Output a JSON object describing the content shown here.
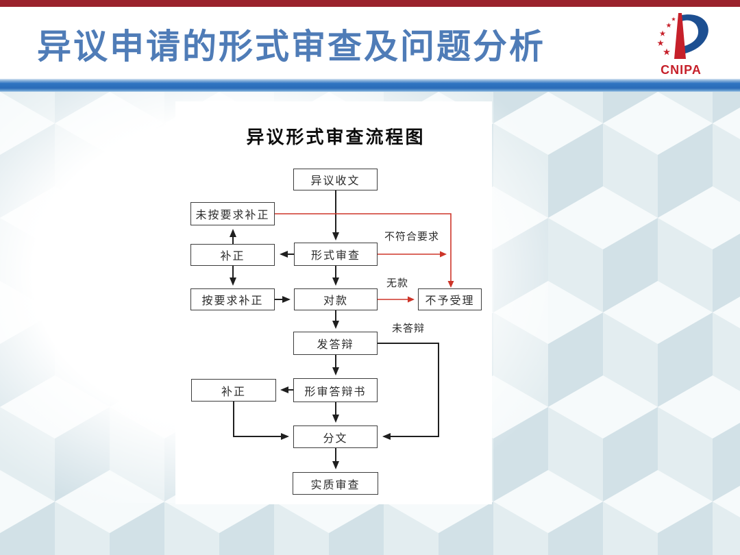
{
  "header": {
    "title": "异议申请的形式审查及问题分析",
    "logo_text": "CNIPA"
  },
  "flowchart": {
    "title": "异议形式审查流程图",
    "nodes": [
      {
        "id": "receive",
        "label": "异议收文"
      },
      {
        "id": "not-corrected",
        "label": "未按要求补正"
      },
      {
        "id": "correction",
        "label": "补正"
      },
      {
        "id": "formal-exam",
        "label": "形式审查"
      },
      {
        "id": "corrected",
        "label": "按要求补正"
      },
      {
        "id": "payment-check",
        "label": "对款"
      },
      {
        "id": "reject",
        "label": "不予受理"
      },
      {
        "id": "send-defense",
        "label": "发答辩"
      },
      {
        "id": "correction-2",
        "label": "补正"
      },
      {
        "id": "defense-doc",
        "label": "形审答辩书"
      },
      {
        "id": "distribute",
        "label": "分文"
      },
      {
        "id": "substantive",
        "label": "实质审查"
      }
    ],
    "edge_labels": {
      "not_meeting_requirements": "不符合要求",
      "no_payment": "无款",
      "no_defense": "未答辩"
    }
  },
  "colors": {
    "title_blue": "#4f7cb7",
    "divider_blue": "#2f74c1",
    "top_bar_red": "#9a222c",
    "flow_red_line": "#cd3529",
    "flow_black_line": "#1f1f1f",
    "logo_red": "#c6202a",
    "logo_blue": "#1d4f91",
    "pattern_tint": "#d2e1e7"
  }
}
